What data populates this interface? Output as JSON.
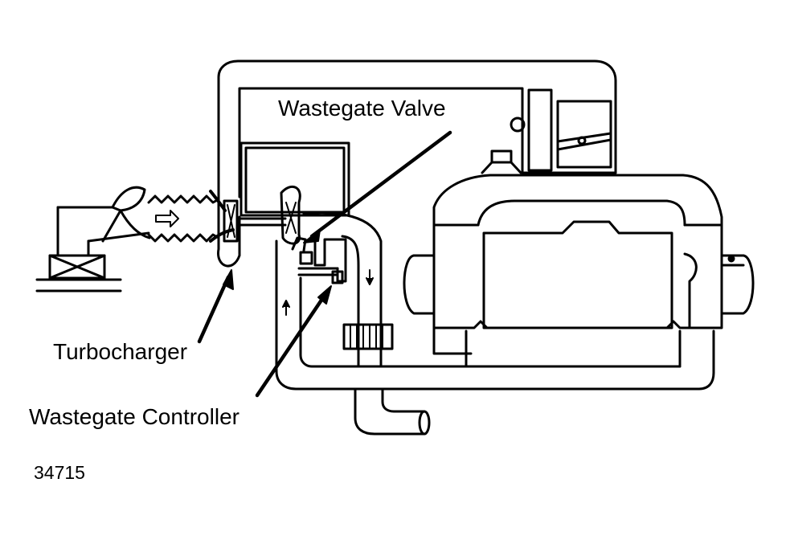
{
  "labels": {
    "wastegate_valve": "Wastegate Valve",
    "turbocharger": "Turbocharger",
    "wastegate_controller": "Wastegate Controller",
    "figure_number": "34715"
  },
  "colors": {
    "ink": "#000000",
    "paper": "#ffffff"
  }
}
